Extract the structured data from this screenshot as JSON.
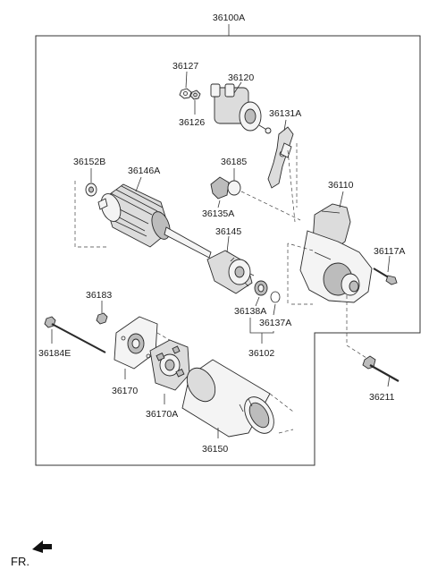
{
  "diagram": {
    "assembly_label": "36100A",
    "orientation_label": "FR.",
    "part_labels": {
      "p36127": "36127",
      "p36120": "36120",
      "p36126": "36126",
      "p36131A": "36131A",
      "p36152B": "36152B",
      "p36146A": "36146A",
      "p36185": "36185",
      "p36110": "36110",
      "p36135A": "36135A",
      "p36145": "36145",
      "p36117A": "36117A",
      "p36183": "36183",
      "p36138A": "36138A",
      "p36137A": "36137A",
      "p36184E": "36184E",
      "p36102": "36102",
      "p36170": "36170",
      "p36211": "36211",
      "p36170A": "36170A",
      "p36150": "36150"
    }
  }
}
